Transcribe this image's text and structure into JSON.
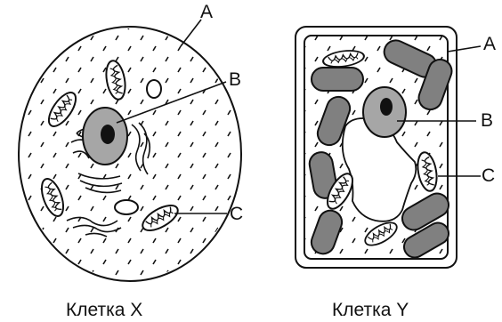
{
  "cell_x": {
    "caption": "Клетка X",
    "labels": {
      "a": "A",
      "b": "B",
      "c": "C"
    }
  },
  "cell_y": {
    "caption": "Клетка Y",
    "labels": {
      "a": "A",
      "b": "B",
      "c": "C"
    }
  },
  "colors": {
    "outline": "#111111",
    "nucleus_fill": "#a6a6a6",
    "chloroplast_fill": "#808080",
    "nucleolus_fill": "#111111"
  }
}
